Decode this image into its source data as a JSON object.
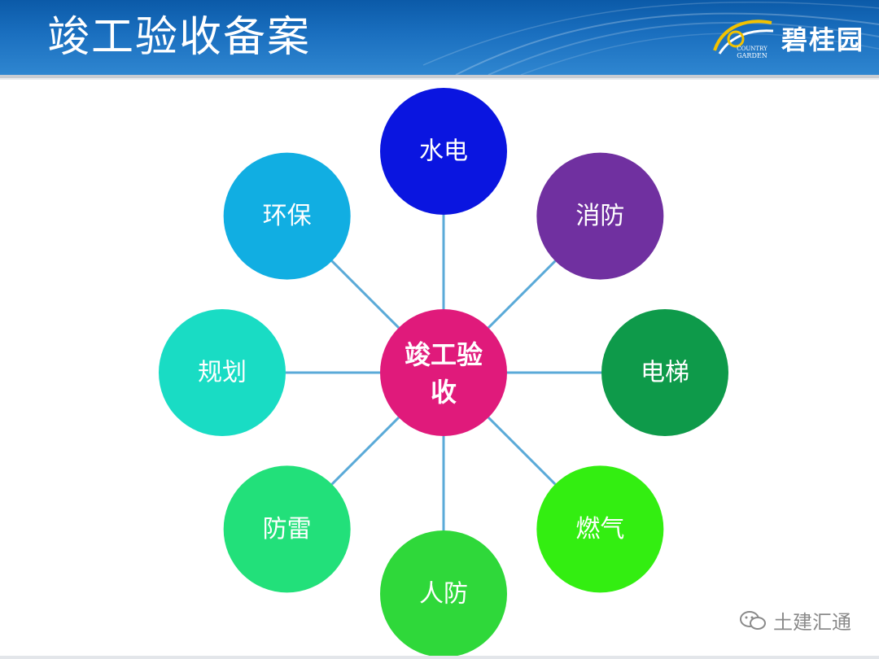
{
  "header": {
    "title": "竣工验收备案"
  },
  "brand": {
    "name": "碧桂园",
    "logo_text_top": "COUNTRY",
    "logo_text_bottom": "GARDEN"
  },
  "diagram": {
    "center": {
      "line1": "竣工验",
      "line2": "收",
      "color": "#e01a7b"
    },
    "nodes": [
      {
        "label": "水电",
        "color": "#0a15e0"
      },
      {
        "label": "消防",
        "color": "#7030a0"
      },
      {
        "label": "电梯",
        "color": "#0e9a4a"
      },
      {
        "label": "燃气",
        "color": "#33ee11"
      },
      {
        "label": "人防",
        "color": "#2fd83a"
      },
      {
        "label": "防雷",
        "color": "#22e07a"
      },
      {
        "label": "规划",
        "color": "#19dcc4"
      },
      {
        "label": "环保",
        "color": "#11aee2"
      }
    ],
    "connector_color": "#5aaad8"
  },
  "watermark": {
    "text": "土建汇通"
  }
}
